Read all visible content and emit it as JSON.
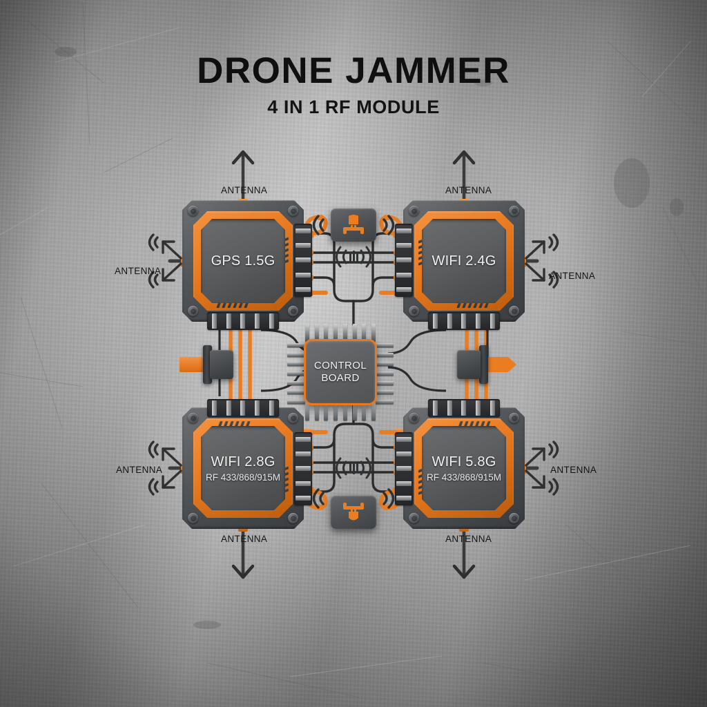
{
  "header": {
    "title": "DRONE JAMMER",
    "subtitle": "4 IN 1 RF MODULE"
  },
  "colors": {
    "accent_orange": "#e8791f",
    "orange_light": "#f59342",
    "housing_gray": "#54575a",
    "chip_face": "#5c5e60",
    "label_text": "#f2f2f2",
    "title_text": "#101010",
    "background_metal": "#a4a4a4"
  },
  "modules": [
    {
      "id": "gps",
      "label": "GPS 1.5G",
      "sublabel": "",
      "position": "top-left"
    },
    {
      "id": "wifi24",
      "label": "WIFI 2.4G",
      "sublabel": "",
      "position": "top-right"
    },
    {
      "id": "wifi28",
      "label": "WIFI 2.8G",
      "sublabel": "RF 433/868/915M",
      "position": "bottom-left"
    },
    {
      "id": "wifi58",
      "label": "WIFI 5.8G",
      "sublabel": "RF 433/868/915M",
      "position": "bottom-right"
    }
  ],
  "control_board": {
    "line1": "CONTROL",
    "line2": "BOARD"
  },
  "antenna_labels": {
    "top_left": "ANTENNA",
    "top_right": "ANTENNA",
    "left_upper": "ANTENNA",
    "right_upper": "ANTENNA",
    "left_lower": "ANTENNA",
    "right_lower": "ANTENNA",
    "bottom_left": "ANTENNA",
    "bottom_right": "ANTENNA"
  },
  "icons": {
    "drone_top": "drone-icon",
    "drone_bottom": "drone-icon",
    "rf_signal_top": "rf-signal-icon",
    "rf_signal_bottom": "rf-signal-icon",
    "antenna_wave": "signal-wave-icon",
    "arrow_up": "arrow-up-icon",
    "arrow_down": "arrow-down-icon"
  }
}
